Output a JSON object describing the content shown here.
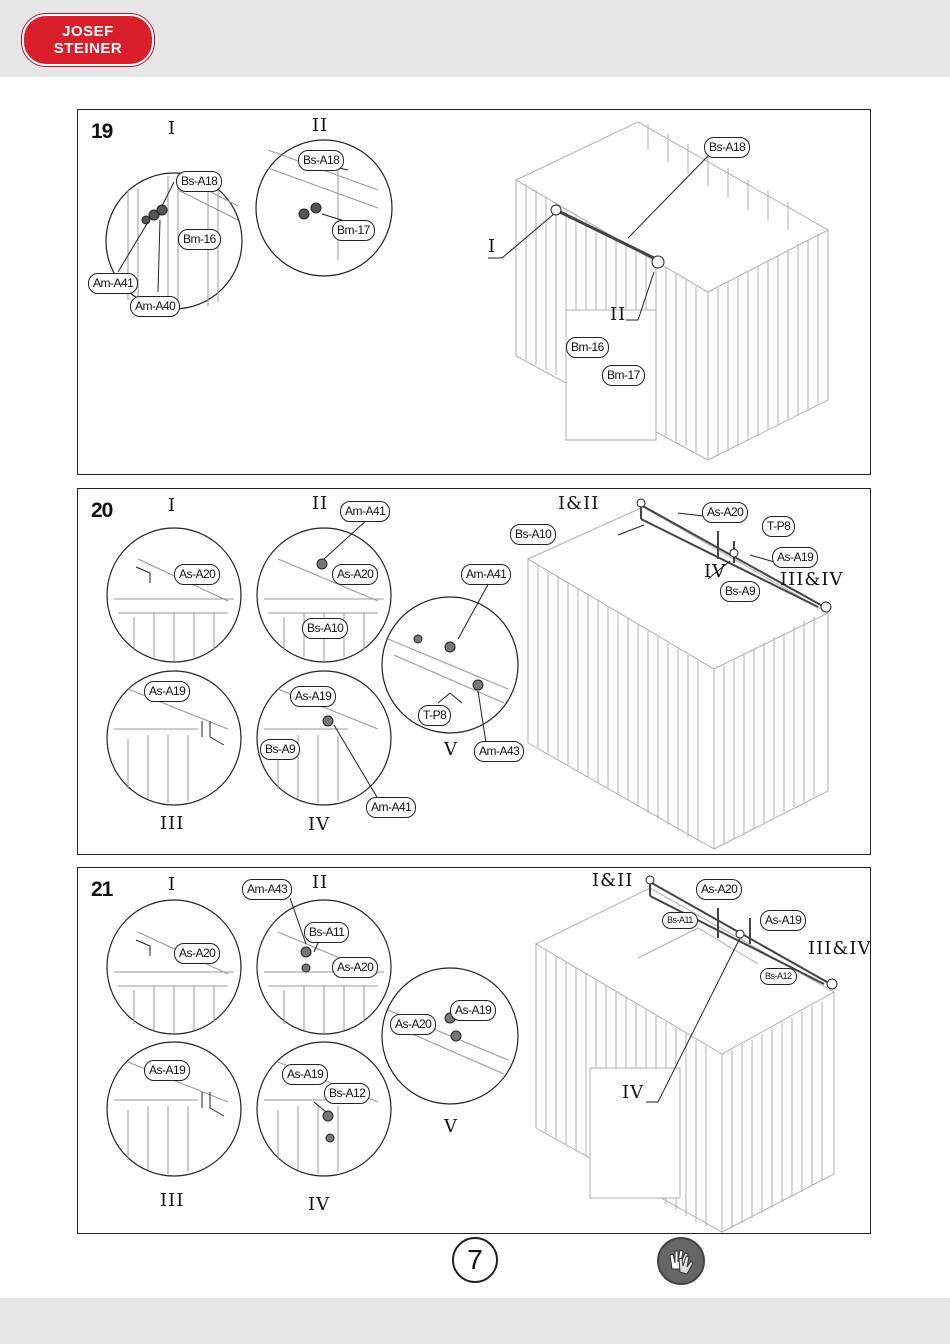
{
  "brand": {
    "line1": "JOSEF",
    "line2": "STEINER",
    "color": "#d81e2a"
  },
  "page_number": "7",
  "icons": {
    "gloves": "gloves-icon"
  },
  "steps": [
    {
      "number": "19",
      "romans": [
        "I",
        "II",
        "I",
        "II"
      ],
      "labels": [
        "Bs-A18",
        "Bm-16",
        "Am-A41",
        "Am-A40",
        "Bs-A18",
        "Bm-17",
        "Bs-A18",
        "Bm-16",
        "Bm-17"
      ]
    },
    {
      "number": "20",
      "romans": [
        "I",
        "II",
        "III",
        "IV",
        "V",
        "I&II",
        "IV",
        "III&IV"
      ],
      "labels": [
        "As-A20",
        "Am-A41",
        "As-A20",
        "Bs-A10",
        "As-A19",
        "As-A19",
        "Bs-A9",
        "Am-A41",
        "Am-A41",
        "T-P8",
        "Am-A43",
        "As-A20",
        "Bs-A10",
        "T-P8",
        "As-A19",
        "Bs-A9"
      ]
    },
    {
      "number": "21",
      "romans": [
        "I",
        "II",
        "III",
        "IV",
        "V",
        "I&II",
        "III&IV",
        "IV"
      ],
      "labels": [
        "As-A20",
        "Am-A43",
        "Bs-A11",
        "As-A20",
        "As-A19",
        "As-A19",
        "Bs-A12",
        "As-A20",
        "As-A19",
        "As-A20",
        "Bs-A11",
        "As-A19",
        "Bs-A12"
      ]
    }
  ]
}
